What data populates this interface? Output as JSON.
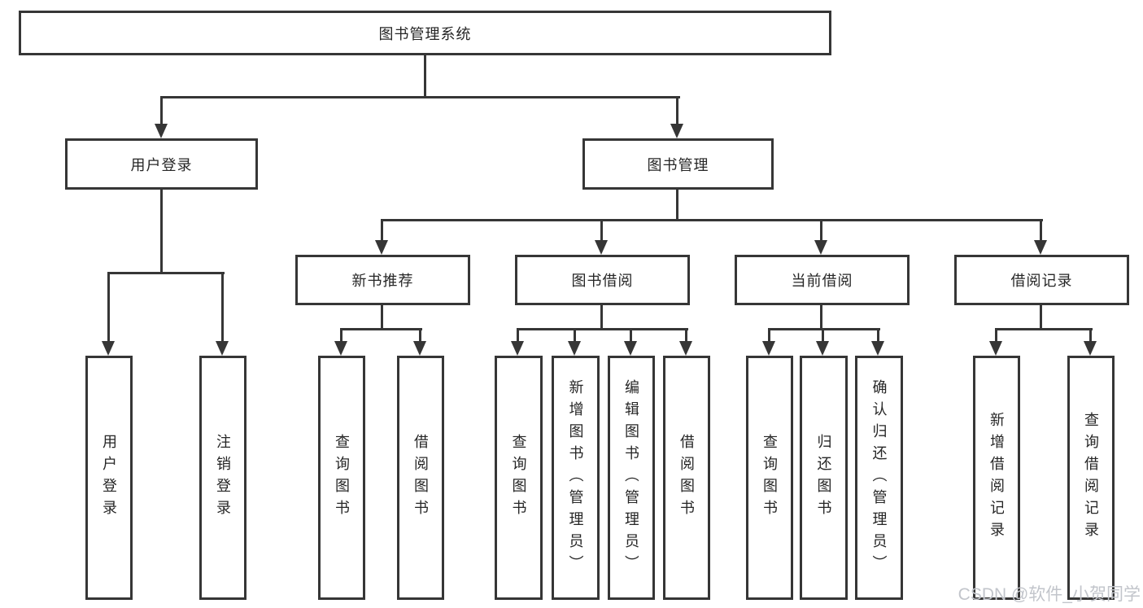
{
  "diagram": {
    "root": "图书管理系统",
    "branches": [
      {
        "label": "用户登录",
        "leaves": [
          "用户登录",
          "注销登录"
        ]
      },
      {
        "label": "图书管理",
        "groups": [
          {
            "label": "新书推荐",
            "leaves": [
              "查询图书",
              "借阅图书"
            ]
          },
          {
            "label": "图书借阅",
            "leaves": [
              "查询图书",
              "新增图书（管理员）",
              "编辑图书（管理员）",
              "借阅图书"
            ]
          },
          {
            "label": "当前借阅",
            "leaves": [
              "查询图书",
              "归还图书",
              "确认归还（管理员）"
            ]
          },
          {
            "label": "借阅记录",
            "leaves": [
              "新增借阅记录",
              "查询借阅记录"
            ]
          }
        ]
      }
    ]
  },
  "watermark": "CSDN @软件_小贺同学",
  "colors": {
    "line": "#363636",
    "text": "#262626",
    "background": "#ffffff",
    "watermark": "#c2c5cb"
  }
}
